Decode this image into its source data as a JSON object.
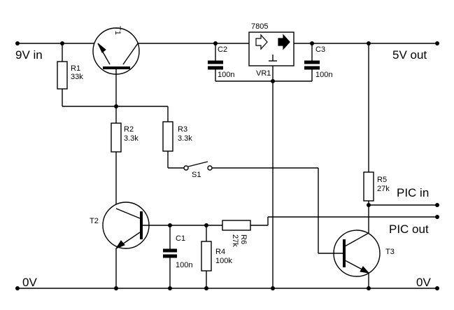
{
  "ports": {
    "in_9v": "9V in",
    "out_5v": "5V out",
    "gnd_left": "0V",
    "gnd_right": "0V",
    "pic_in": "PIC in",
    "pic_out": "PIC out"
  },
  "components": {
    "t1": "T1",
    "t2": "T2",
    "t3": "T3",
    "r1": {
      "name": "R1",
      "value": "33k"
    },
    "r2": {
      "name": "R2",
      "value": "3.3k"
    },
    "r3": {
      "name": "R3",
      "value": "3.3k"
    },
    "r4": {
      "name": "R4",
      "value": "100k"
    },
    "r5": {
      "name": "R5",
      "value": "27k"
    },
    "r6": {
      "name": "R6",
      "value": "27k"
    },
    "c1": {
      "name": "C1",
      "value": "100n"
    },
    "c2": {
      "name": "C2",
      "value": "100n"
    },
    "c3": {
      "name": "C3",
      "value": "100n"
    },
    "s1": "S1",
    "vr1": {
      "name": "VR1",
      "part": "7805"
    }
  }
}
